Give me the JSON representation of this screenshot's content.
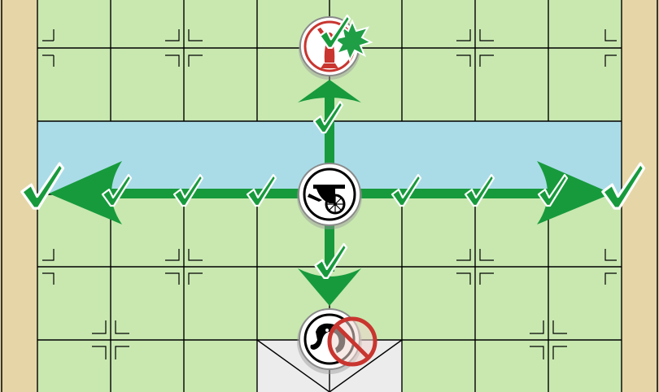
{
  "board": {
    "colors": {
      "land": "#c8e8b0",
      "river": "#aadce8",
      "palace": "#ececec",
      "edge": "#e6d6a7",
      "line": "#000000",
      "move": "#179a3c",
      "capture": "#c9352f"
    }
  },
  "pieces": [
    {
      "id": "red-target",
      "side": "red",
      "icon": "advisor-icon",
      "status": "capture-target"
    },
    {
      "id": "chariot",
      "side": "black",
      "icon": "chariot-icon",
      "status": "selected"
    },
    {
      "id": "elephant",
      "side": "black",
      "icon": "elephant-icon",
      "status": "blocked"
    }
  ],
  "moves": {
    "directions": [
      "up",
      "left",
      "right",
      "down"
    ],
    "markers": [
      "check-mark-icon",
      "capture-burst-icon",
      "forbidden-icon"
    ]
  }
}
